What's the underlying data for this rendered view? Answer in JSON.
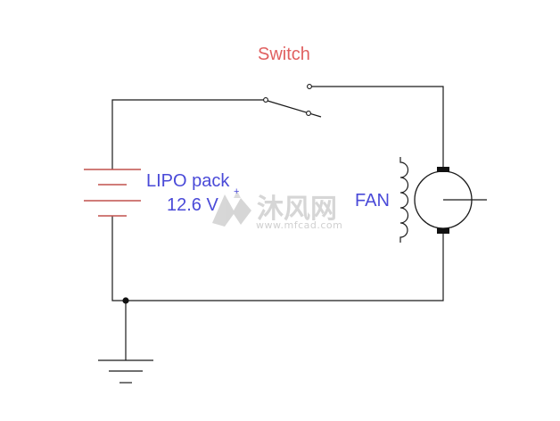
{
  "diagram": {
    "switch_label": "Switch",
    "battery_name": "LIPO pack",
    "battery_voltage": "12.6 V",
    "motor_label": "FAN"
  },
  "watermark": {
    "brand_cn": "沐风网",
    "url": "www.mfcad.com"
  },
  "colors": {
    "label_red": "#e06060",
    "label_blue": "#4a4ad8",
    "wire": "#1a1a1a",
    "battery_plate": "#c0504d",
    "watermark": "#cfcfcf"
  }
}
